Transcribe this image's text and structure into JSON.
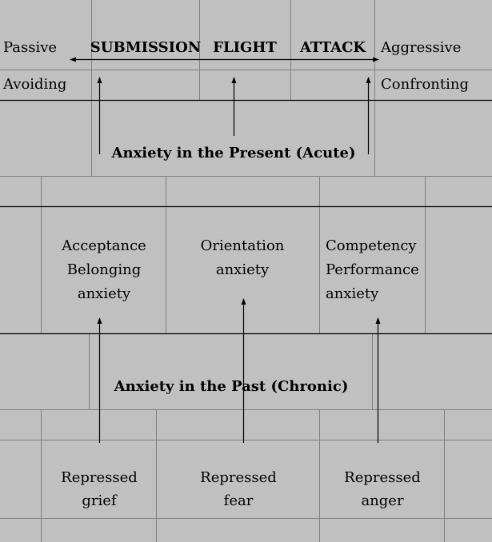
{
  "colors": {
    "background": "#c0c0c0",
    "grid": "#808080",
    "lines": "#000000"
  },
  "top": {
    "passive": "Passive",
    "submission": "SUBMISSION",
    "flight": "FLIGHT",
    "attack": "ATTACK",
    "aggressive": "Aggressive",
    "avoiding": "Avoiding",
    "confronting": "Confronting",
    "present_title": "Anxiety in the Present (Acute)"
  },
  "middle": {
    "acceptance": "Acceptance\nBelonging\nanxiety",
    "orientation": "Orientation\nanxiety",
    "competency": "Competency\nPerformance\nanxiety"
  },
  "past_title": "Anxiety in the Past (Chronic)",
  "bottom": {
    "grief": "Repressed\ngrief",
    "fear": "Repressed\nfear",
    "anger": "Repressed\nanger"
  }
}
